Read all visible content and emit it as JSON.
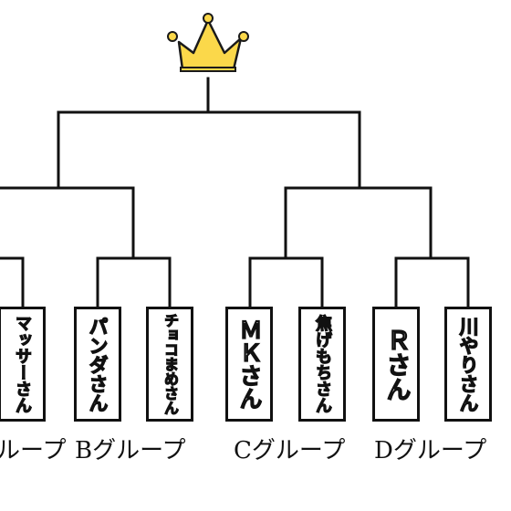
{
  "colors": {
    "line": "#111111",
    "crown_fill": "#fbd84a",
    "crown_stroke": "#1a1a1a",
    "box_border": "#111111",
    "text_fill": "#ffffff",
    "text_outline": "#111111"
  },
  "icons": {
    "champion": "crown-icon"
  },
  "players": [
    {
      "name": "マッサーさん"
    },
    {
      "name": "パンダさん"
    },
    {
      "name": "チョコまめさん"
    },
    {
      "name": "ＭＫさん"
    },
    {
      "name": "焦げもちさん"
    },
    {
      "name": "Ｒさん"
    },
    {
      "name": "川やりさん"
    }
  ],
  "groups": [
    {
      "label": "ループ"
    },
    {
      "label": "Bグループ"
    },
    {
      "label": "Cグループ"
    },
    {
      "label": "Dグループ"
    }
  ]
}
